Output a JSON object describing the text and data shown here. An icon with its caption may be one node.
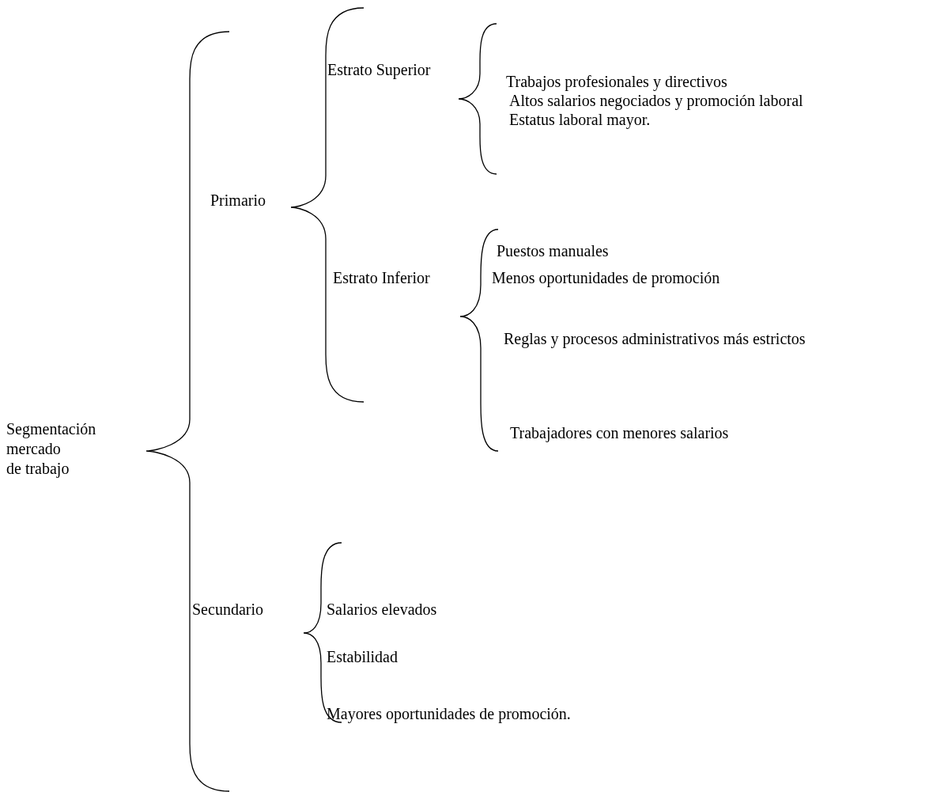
{
  "diagram": {
    "labels": [
      "Estrato Superior",
      "Trabajos profesionales y directivos",
      "Altos salarios negociados y promoción laboral",
      "Estatus laboral mayor.",
      "Primario",
      "Puestos manuales",
      "Estrato Inferior",
      "Menos oportunidades de promoción",
      "Reglas y procesos administrativos más estrictos",
      "Segmentación mercado de trabajo",
      "Trabajadores con menores salarios",
      "Secundario",
      "Salarios elevados",
      "Estabilidad",
      "Mayores oportunidades de promoción."
    ]
  }
}
